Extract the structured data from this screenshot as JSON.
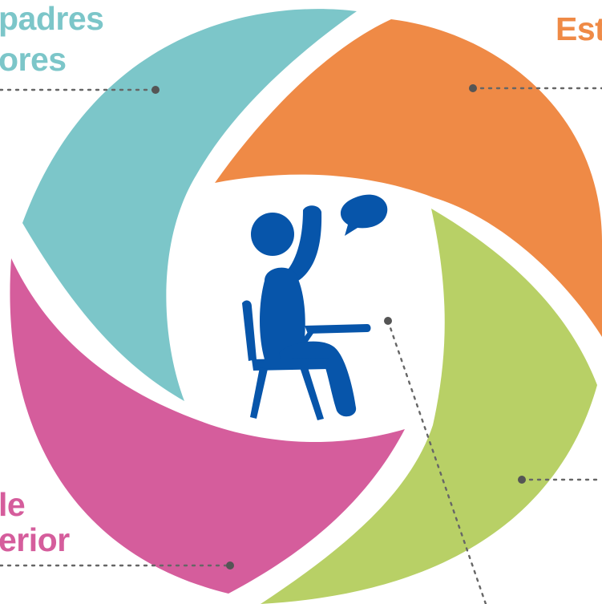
{
  "colors": {
    "teal": "#7cc6c9",
    "orange": "#ef8a46",
    "green": "#b8d066",
    "pink": "#d55d9c",
    "icon_blue": "#0755aa",
    "leader_line": "#666666"
  },
  "segments": [
    {
      "id": "teal",
      "label_lines": [
        "padres",
        "ores"
      ]
    },
    {
      "id": "orange",
      "label_lines": [
        "Est"
      ]
    },
    {
      "id": "pink",
      "label_lines": [
        "le",
        "erior"
      ]
    },
    {
      "id": "green",
      "label_lines": []
    }
  ],
  "center_icon": "student-raising-hand-icon"
}
